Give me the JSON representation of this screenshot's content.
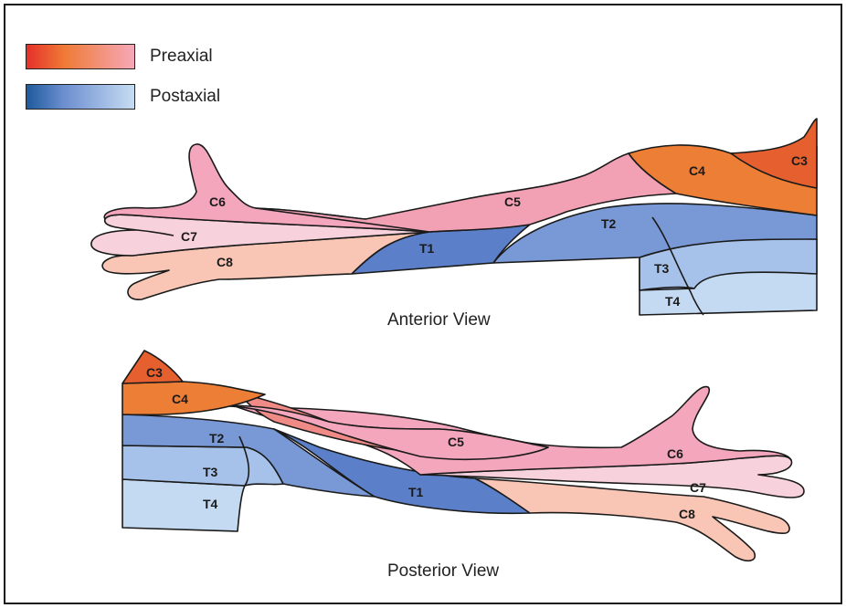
{
  "legend": {
    "preaxial": {
      "label": "Preaxial",
      "colors": [
        "#e5302a",
        "#ef7a36",
        "#f6a8b8"
      ]
    },
    "postaxial": {
      "label": "Postaxial",
      "colors": [
        "#1d5a9c",
        "#6d8fd0",
        "#c7dcf2"
      ]
    }
  },
  "views": {
    "anterior": {
      "title": "Anterior View"
    },
    "posterior": {
      "title": "Posterior View"
    }
  },
  "dermatomes": {
    "anterior": {
      "c3": "C3",
      "c4": "C4",
      "c5": "C5",
      "c6": "C6",
      "c7": "C7",
      "c8": "C8",
      "t1": "T1",
      "t2": "T2",
      "t3": "T3",
      "t4": "T4"
    },
    "posterior": {
      "c3": "C3",
      "c4": "C4",
      "c5": "C5",
      "c6": "C6",
      "c7": "C7",
      "c8": "C8",
      "t1": "T1",
      "t2": "T2",
      "t3": "T3",
      "t4": "T4"
    }
  },
  "colors": {
    "c3": "#e5602e",
    "c4": "#ec7e36",
    "c5": "#f2a0b4",
    "c5_posterior": "#ef8a86",
    "c6": "#f4a6bc",
    "c7": "#f7d2dc",
    "c8": "#f9c5b4",
    "t1": "#5b7fc8",
    "t2": "#7898d6",
    "t3": "#a6c2ea",
    "t4": "#c4daf2",
    "outline": "#1a1a1a"
  }
}
